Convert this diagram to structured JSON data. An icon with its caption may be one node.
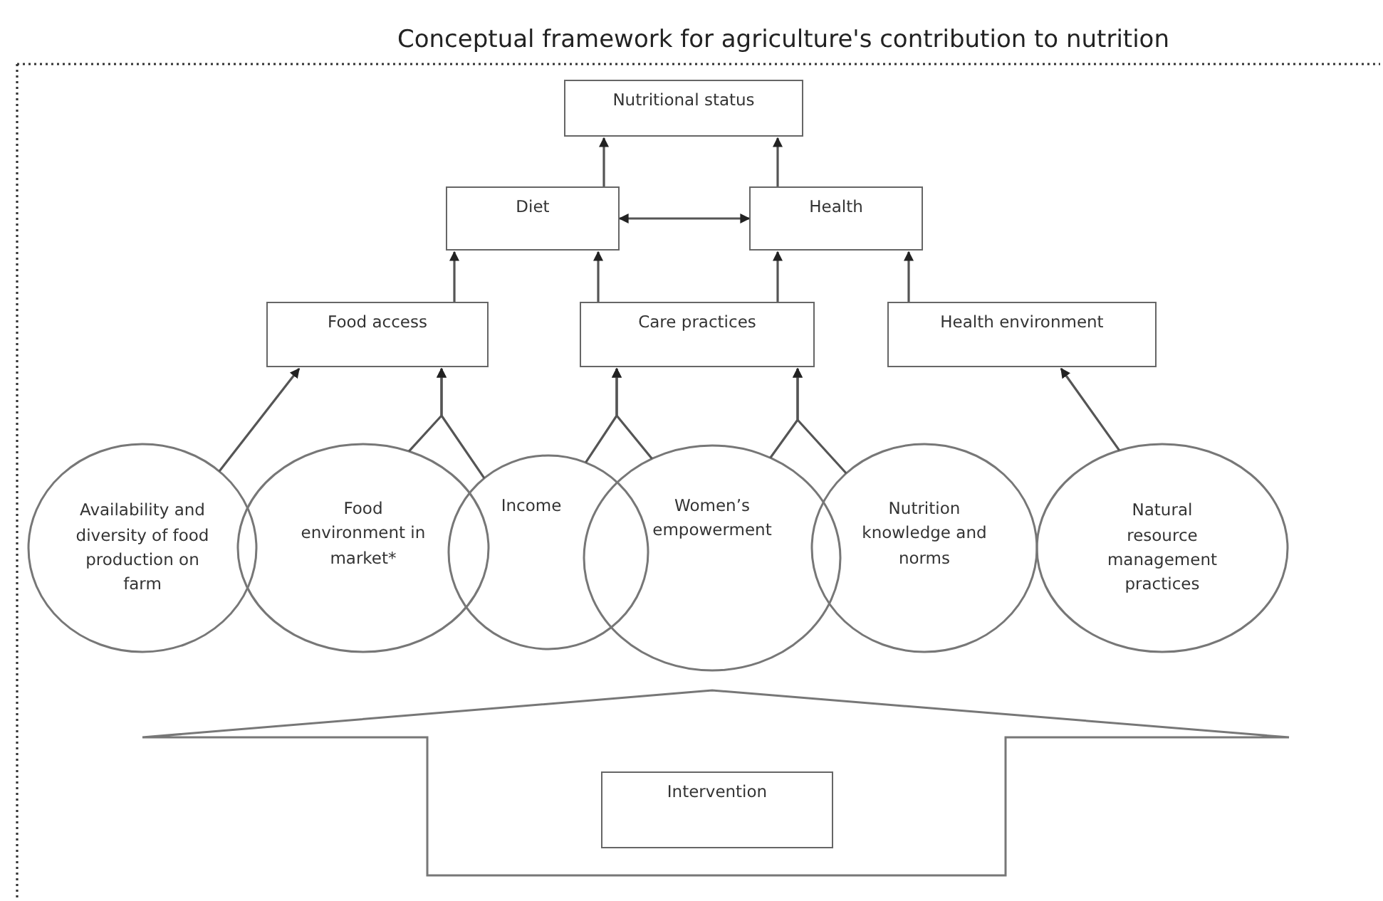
{
  "diagram": {
    "title": "Conceptual framework for agriculture's contribution to nutrition",
    "nodes": [
      {
        "text": [
          "Nutritional status"
        ]
      },
      {
        "text": [
          "Diet"
        ]
      },
      {
        "text": [
          "Health"
        ]
      },
      {
        "text": [
          "Food access"
        ]
      },
      {
        "text": [
          "Care practices"
        ]
      },
      {
        "text": [
          "Health environment"
        ]
      },
      {
        "text": [
          "Availability and diversity of food production on farm"
        ]
      },
      {
        "text": [
          "Food environment in market*"
        ]
      },
      {
        "text": [
          "Income"
        ]
      },
      {
        "text": [
          "Women’s empowerment"
        ]
      },
      {
        "text": [
          "Nutrition knowledge and norms"
        ]
      },
      {
        "text": [
          "Natural resource management practices"
        ]
      },
      {
        "text": [
          "Intervention"
        ]
      }
    ],
    "edges": [
      {
        "from": 1,
        "to": 0,
        "arrow": "to"
      },
      {
        "from": 2,
        "to": 0,
        "arrow": "to"
      },
      {
        "from": 1,
        "to": 2,
        "arrow": "both"
      },
      {
        "from": 3,
        "to": 1,
        "arrow": "to"
      },
      {
        "from": 4,
        "to": 1,
        "arrow": "to"
      },
      {
        "from": 4,
        "to": 2,
        "arrow": "to"
      },
      {
        "from": 5,
        "to": 2,
        "arrow": "to"
      },
      {
        "from": 6,
        "to": 3,
        "arrow": "to"
      },
      {
        "from": 7,
        "to": 3,
        "arrow": "to"
      },
      {
        "from": 8,
        "to": 3,
        "arrow": "to"
      },
      {
        "from": 8,
        "to": 4,
        "arrow": "to"
      },
      {
        "from": 9,
        "to": 4,
        "arrow": "to"
      },
      {
        "from": 9,
        "to": 4,
        "arrow": "to"
      },
      {
        "from": 10,
        "to": 4,
        "arrow": "to"
      },
      {
        "from": 11,
        "to": 5,
        "arrow": "to"
      }
    ]
  }
}
